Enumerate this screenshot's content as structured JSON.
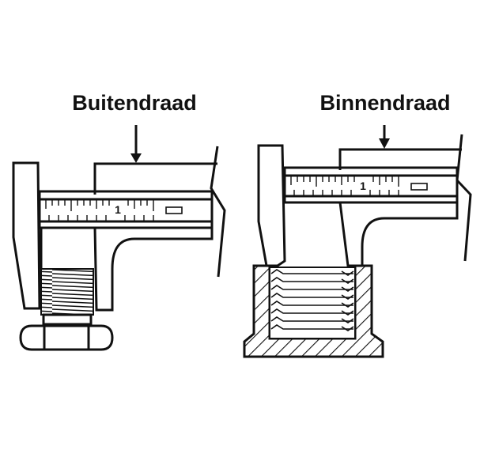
{
  "diagram": {
    "left": {
      "label": "Buitendraad",
      "scale_digit": "1"
    },
    "right": {
      "label": "Binnendraad",
      "scale_digit": "1"
    },
    "colors": {
      "stroke": "#111111",
      "background": "#ffffff"
    }
  }
}
